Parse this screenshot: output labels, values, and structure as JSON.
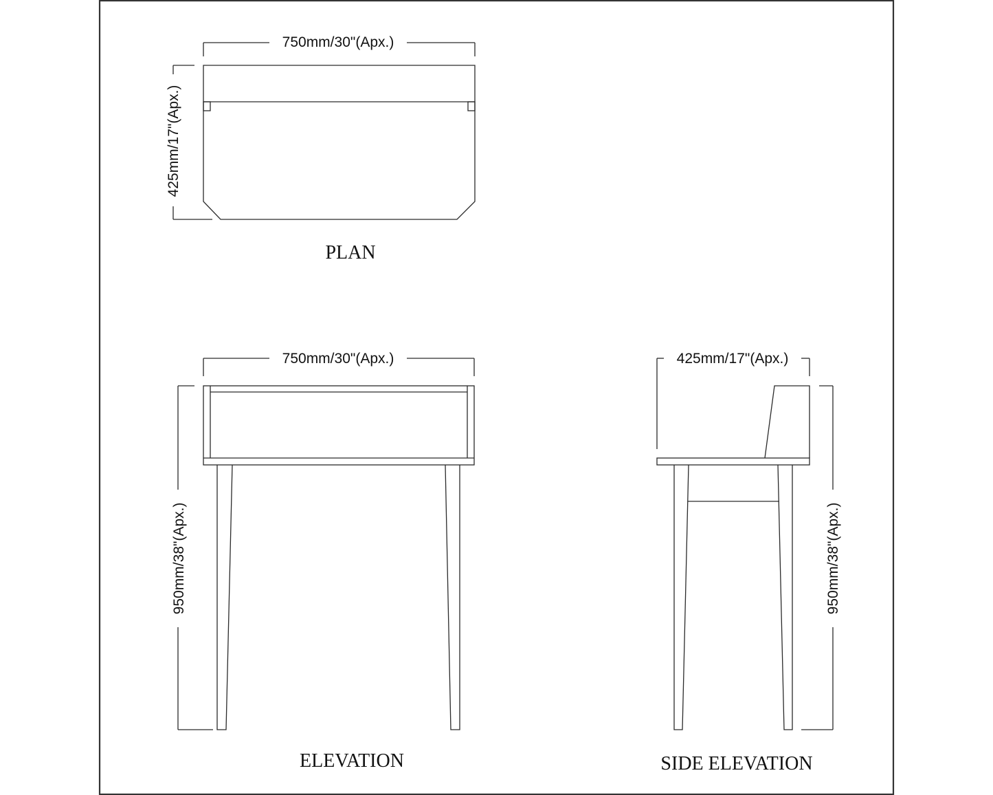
{
  "views": {
    "plan": {
      "title": "PLAN",
      "width_dim": "750mm/30\"(Apx.)",
      "depth_dim": "425mm/17\"(Apx.)"
    },
    "elevation": {
      "title": "ELEVATION",
      "width_dim": "750mm/30\"(Apx.)",
      "height_dim": "950mm/38\"(Apx.)"
    },
    "side_elevation": {
      "title": "SIDE ELEVATION",
      "depth_dim": "425mm/17\"(Apx.)",
      "height_dim": "950mm/38\"(Apx.)"
    }
  },
  "colors": {
    "line": "#2a2a2a",
    "background": "#ffffff",
    "frame": "#333333"
  }
}
